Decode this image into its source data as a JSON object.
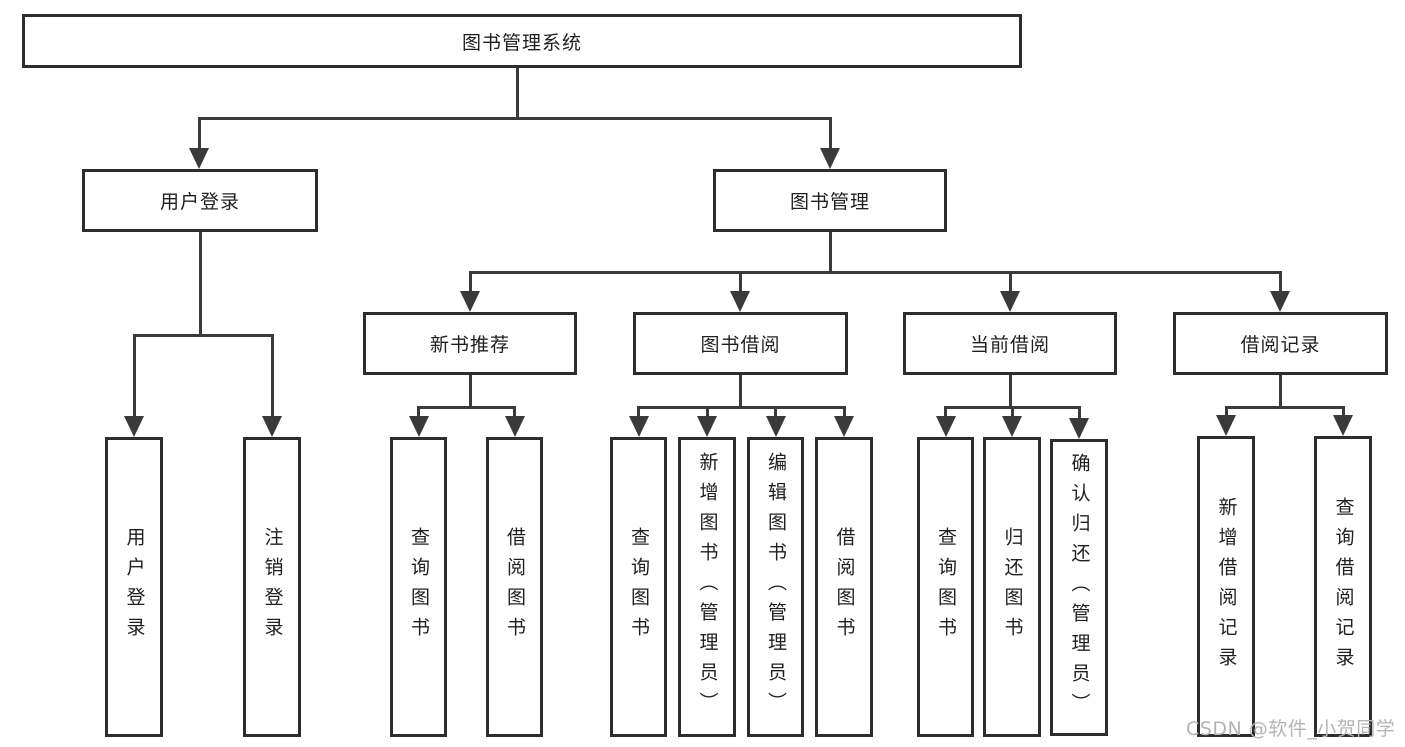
{
  "diagram": {
    "title": "图书管理系统",
    "level2": {
      "user_login": "用户登录",
      "book_management": "图书管理"
    },
    "level3": {
      "new_book_recommend": "新书推荐",
      "book_borrow": "图书借阅",
      "current_borrow": "当前借阅",
      "borrow_records": "借阅记录"
    },
    "leaves": {
      "user_login": [
        "用户登录",
        "注销登录"
      ],
      "new_book_recommend": [
        "查询图书",
        "借阅图书"
      ],
      "book_borrow": [
        "查询图书",
        "新增图书（管理员）",
        "编辑图书（管理员）",
        "借阅图书"
      ],
      "current_borrow": [
        "查询图书",
        "归还图书",
        "确认归还（管理员）"
      ],
      "borrow_records": [
        "新增借阅记录",
        "查询借阅记录"
      ]
    },
    "colors": {
      "line": "#3a3a3a",
      "border": "#2d2d2d",
      "text": "#1f1f1f",
      "background": "#ffffff",
      "watermark": "#b6b3b7"
    }
  },
  "watermark": {
    "text": "CSDN @软件_小贺同学"
  }
}
